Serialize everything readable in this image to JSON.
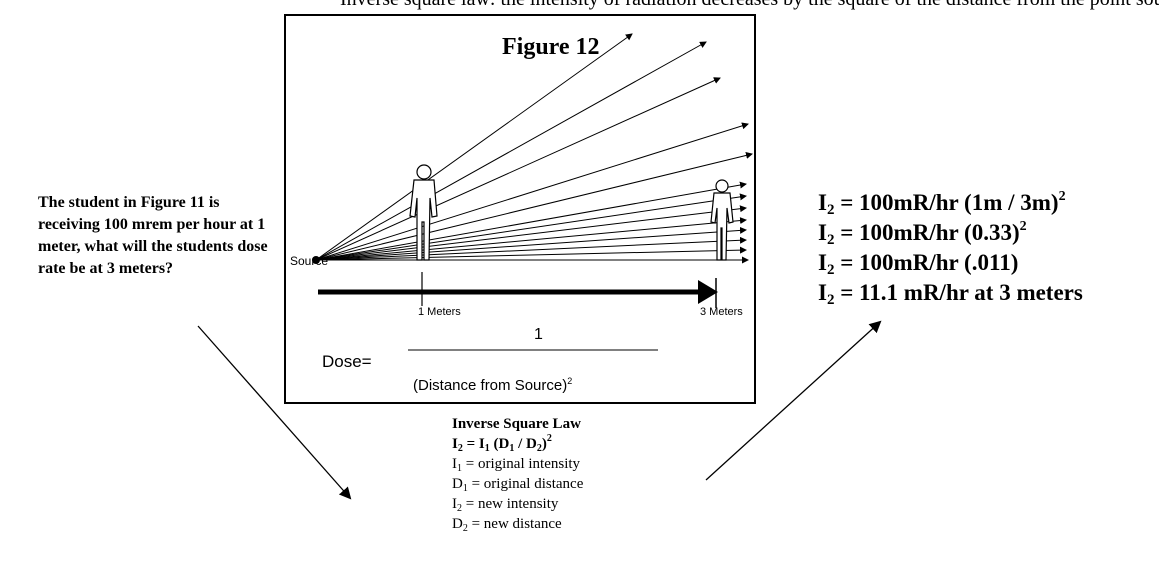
{
  "top_text": "Inverse square law: the intensity of radiation decreases by the square of the distance from the point source.",
  "question": "The student in Figure 11 is receiving 100 mrem per hour at 1 meter, what will the students dose rate be at 3 meters?",
  "figure": {
    "title": "Figure 12",
    "source_label": "Source",
    "distance_1": "1 Meters",
    "distance_3": "3 Meters",
    "dose_label": "Dose=",
    "numerator": "1",
    "denominator": "(Distance from Source)",
    "exponent": "2"
  },
  "law": {
    "title": "Inverse Square Law",
    "formula": {
      "lhs": "I",
      "lhs_sub": "2",
      "eq": " = ",
      "i": "I",
      "i_sub": "1",
      "open": " (",
      "d1": "D",
      "d1_sub": "1",
      "slash": " / ",
      "d2": "D",
      "d2_sub": "2",
      "close": ")",
      "exp": "2"
    },
    "definitions": [
      {
        "sym": "I",
        "sub": "1",
        "text": " = original intensity"
      },
      {
        "sym": "D",
        "sub": "1",
        "text": " = original distance"
      },
      {
        "sym": "I",
        "sub": "2",
        "text": " = new intensity"
      },
      {
        "sym": "D",
        "sub": "2",
        "text": " = new distance"
      }
    ]
  },
  "calculation": [
    {
      "sym": "I",
      "sub": "2",
      "text": " = 100mR/hr (1m / 3m)",
      "sup": "2"
    },
    {
      "sym": "I",
      "sub": "2",
      "text": " = 100mR/hr (0.33)",
      "sup": "2"
    },
    {
      "sym": "I",
      "sub": "2",
      "text": " = 100mR/hr (.011)",
      "sup": ""
    },
    {
      "sym": "I",
      "sub": "2",
      "text": " = 11.1 mR/hr at 3 meters",
      "sup": ""
    }
  ]
}
